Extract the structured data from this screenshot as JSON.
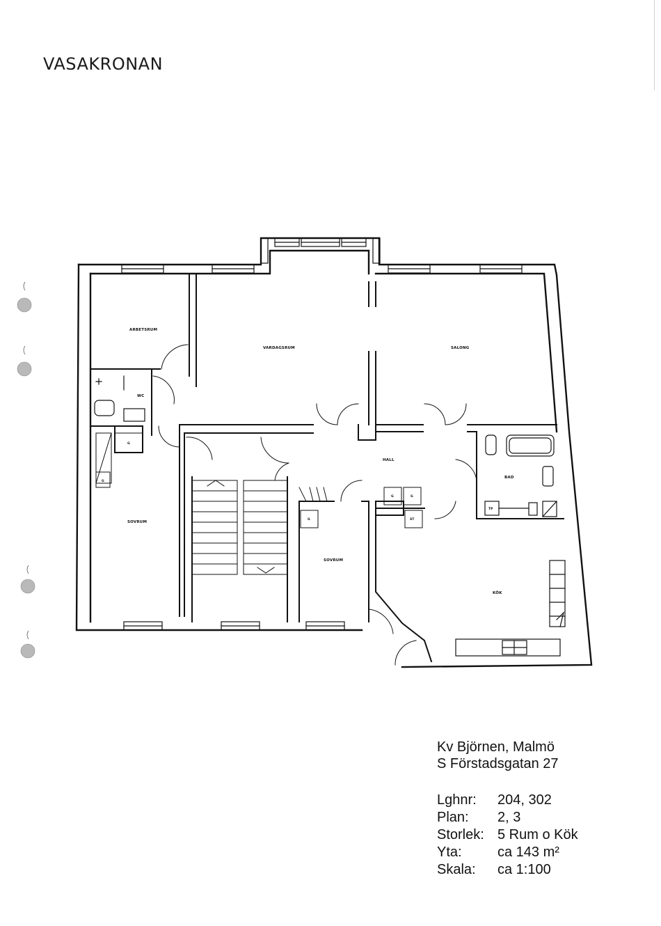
{
  "brand": "VASAKRONAN",
  "rooms": {
    "arbetsrum": "ARBETSRUM",
    "vardagsrum": "VARDAGSRUM",
    "salong": "SALONG",
    "wc": "WC",
    "hall": "HALL",
    "bad": "BAD",
    "sovrum_left": "SOVRUM",
    "sovrum_mid": "SOVRUM",
    "kok": "KÖK"
  },
  "fixtures": {
    "g1": "G",
    "g2": "G",
    "g3": "G",
    "g4": "G",
    "g5": "G",
    "st": "ST",
    "tp": "TP"
  },
  "address": {
    "line1": "Kv Björnen, Malmö",
    "line2": "S Förstadsgatan 27"
  },
  "details": [
    {
      "key": "Lghnr:",
      "value": "204, 302"
    },
    {
      "key": "Plan:",
      "value": "2, 3"
    },
    {
      "key": "Storlek:",
      "value": "5 Rum o Kök"
    },
    {
      "key": "Yta:",
      "value": "ca 143 m²"
    },
    {
      "key": "Skala:",
      "value": "ca 1:100"
    }
  ]
}
